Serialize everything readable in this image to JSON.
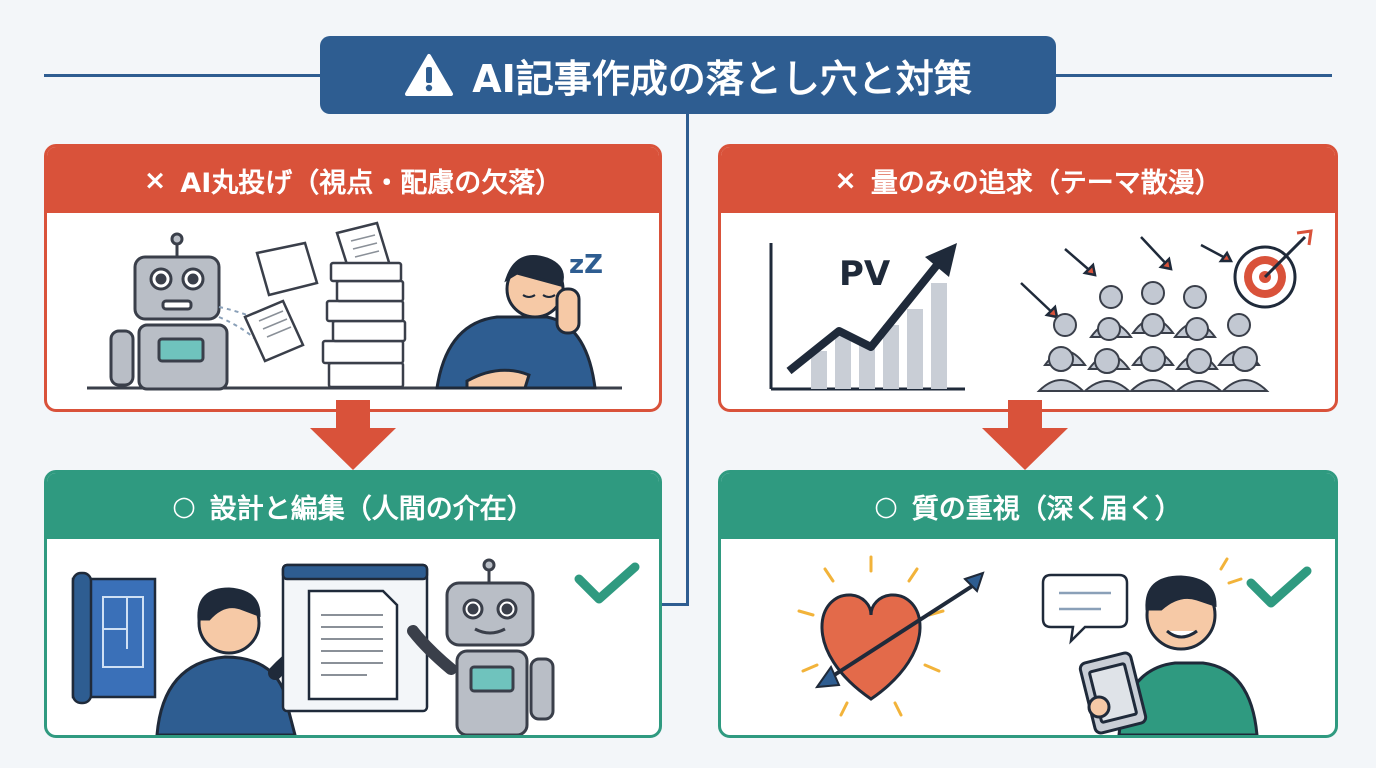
{
  "title": "AI記事作成の落とし穴と対策",
  "cards": {
    "top_left": {
      "mark": "×",
      "label": "AI丸投げ（視点・配慮の欠落）"
    },
    "top_right": {
      "mark": "×",
      "label": "量のみの追求（テーマ散漫）"
    },
    "bottom_left": {
      "mark": "○",
      "label": "設計と編集（人間の介在）"
    },
    "bottom_right": {
      "mark": "○",
      "label": "質の重視（深く届く）"
    }
  },
  "illustrations": {
    "sleep_text": "zZ",
    "chart_label": "PV"
  },
  "colors": {
    "title_bg": "#2e5d91",
    "bad": "#d9523a",
    "good": "#2f9a80",
    "check": "#2f9a80"
  },
  "icons": [
    "warning-icon",
    "cross-icon",
    "circle-icon",
    "check-icon",
    "down-arrow-icon",
    "robot-icon",
    "person-icon",
    "heart-icon",
    "target-icon",
    "chat-bubble-icon",
    "tablet-icon",
    "blueprint-icon",
    "document-icon"
  ]
}
